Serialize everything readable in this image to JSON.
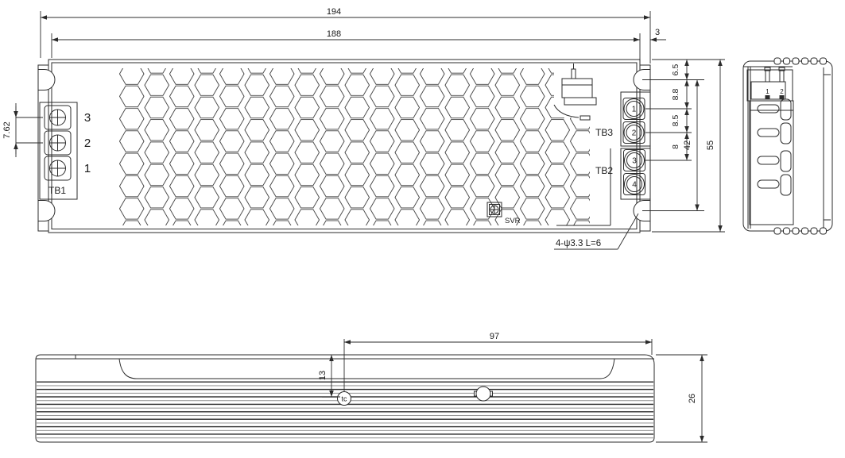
{
  "colors": {
    "line": "#2b2b2b",
    "text": "#1a1a1a",
    "background": "#ffffff"
  },
  "top_view": {
    "dims": {
      "overall_width": "194",
      "body_width": "188",
      "flange_offset": "3",
      "tb1_pitch": "7.62",
      "slot_top_offset": "6.5",
      "terminal_pitch_1": "8.8",
      "terminal_pitch_2": "8.5",
      "terminal_pitch_3": "8",
      "slot_span": "42",
      "overall_height": "55"
    },
    "mounting_note": "4-ψ3.3 L=6",
    "tb1_label": "TB1",
    "tb1_terminals": [
      "3",
      "2",
      "1"
    ],
    "tb3_label": "TB3",
    "tb2_label": "TB2",
    "output_terminals": [
      "1",
      "2",
      "3",
      "4"
    ],
    "svr_label": "SVR"
  },
  "side_view": {
    "pin_labels": [
      "1",
      "2"
    ]
  },
  "bottom_view": {
    "dims": {
      "hole_offset": "97",
      "tc_offset": "13",
      "depth": "26"
    },
    "tc_label": "tc"
  }
}
